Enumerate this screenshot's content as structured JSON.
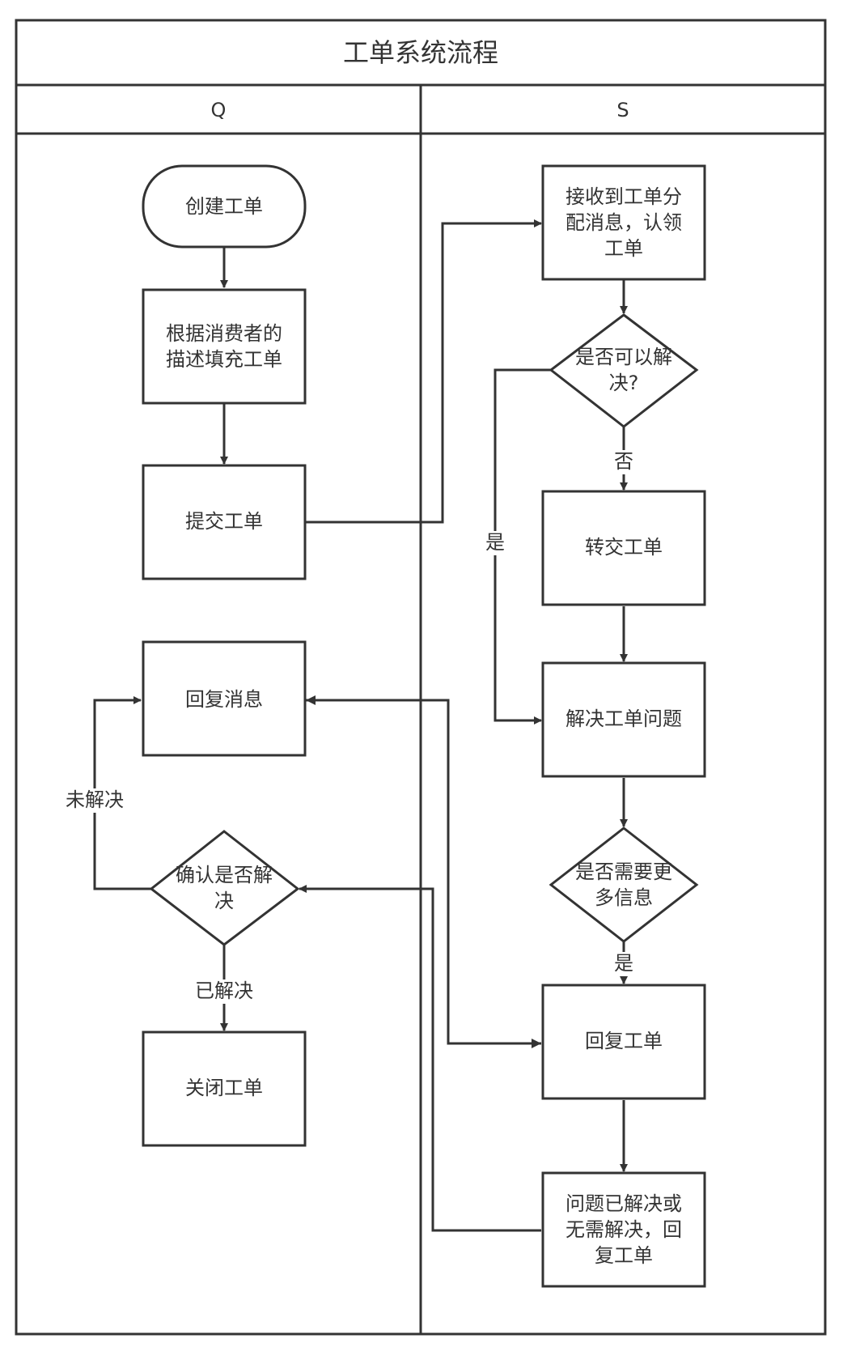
{
  "title": "工单系统流程",
  "lanes": {
    "left": "Q",
    "right": "S"
  },
  "nodes": {
    "create": "创建工单",
    "fill_line1": "根据消费者的",
    "fill_line2": "描述填充工单",
    "submit": "提交工单",
    "reply_msg": "回复消息",
    "confirm_line1": "确认是否解",
    "confirm_line2": "决",
    "close": "关闭工单",
    "receive_line1": "接收到工单分",
    "receive_line2": "配消息，认领",
    "receive_line3": "工单",
    "can_solve_line1": "是否可以解",
    "can_solve_line2": "决?",
    "transfer": "转交工单",
    "solve": "解决工单问题",
    "need_info_line1": "是否需要更",
    "need_info_line2": "多信息",
    "reply_ticket": "回复工单",
    "resolved_line1": "问题已解决或",
    "resolved_line2": "无需解决，回",
    "resolved_line3": "复工单"
  },
  "edge_labels": {
    "no": "否",
    "yes": "是",
    "yes_info": "是",
    "unresolved": "未解决",
    "resolved": "已解决"
  },
  "colors": {
    "stroke": "#333333",
    "fill": "#ffffff"
  }
}
